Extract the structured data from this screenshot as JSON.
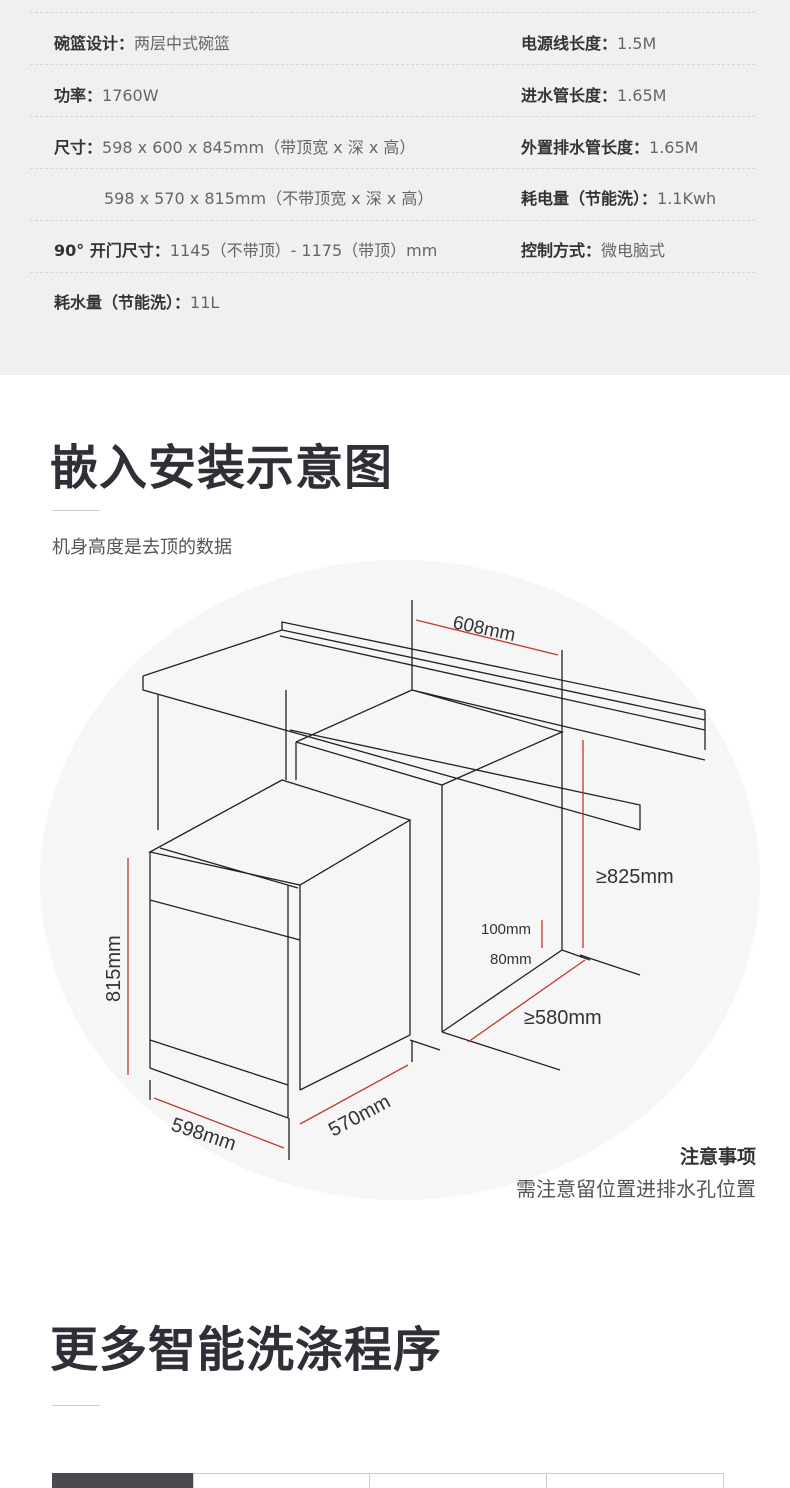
{
  "specs": [
    {
      "left": {
        "label": "碗篮设计：",
        "value": "两层中式碗篮"
      },
      "right": {
        "label": "电源线长度：",
        "value": "1.5M"
      }
    },
    {
      "left": {
        "label": "功率：",
        "value": "1760W"
      },
      "right": {
        "label": "进水管长度：",
        "value": "1.65M"
      }
    },
    {
      "left": {
        "label": "尺寸：",
        "value": "598 x 600 x 845mm（带顶宽 x 深 x 高）"
      },
      "right": {
        "label": "外置排水管长度：",
        "value": "1.65M"
      }
    },
    {
      "left": {
        "label": "",
        "value": "598 x 570 x 815mm（不带顶宽 x 深 x 高）"
      },
      "right": {
        "label": "耗电量（节能洗）：",
        "value": "1.1Kwh"
      }
    },
    {
      "left": {
        "label": "90° 开门尺寸：",
        "value": "1145（不带顶）- 1175（带顶）mm"
      },
      "right": {
        "label": "控制方式：",
        "value": "微电脑式"
      }
    },
    {
      "left": {
        "label": "耗水量（节能洗）：",
        "value": "11L"
      }
    }
  ],
  "install": {
    "title": "嵌入安装示意图",
    "subtitle": "机身高度是去顶的数据",
    "dims": {
      "d608": "608mm",
      "d825": "≥825mm",
      "d100": "100mm",
      "d80": "80mm",
      "d580": "≥580mm",
      "d815": "815mm",
      "d598": "598mm",
      "d570": "570mm"
    },
    "note_title": "注意事项",
    "note_text": "需注意留位置进排水孔位置"
  },
  "programs": {
    "title": "更多智能洗涤程序"
  },
  "colors": {
    "accent": "#c0392b",
    "dark": "#4a4a52"
  }
}
